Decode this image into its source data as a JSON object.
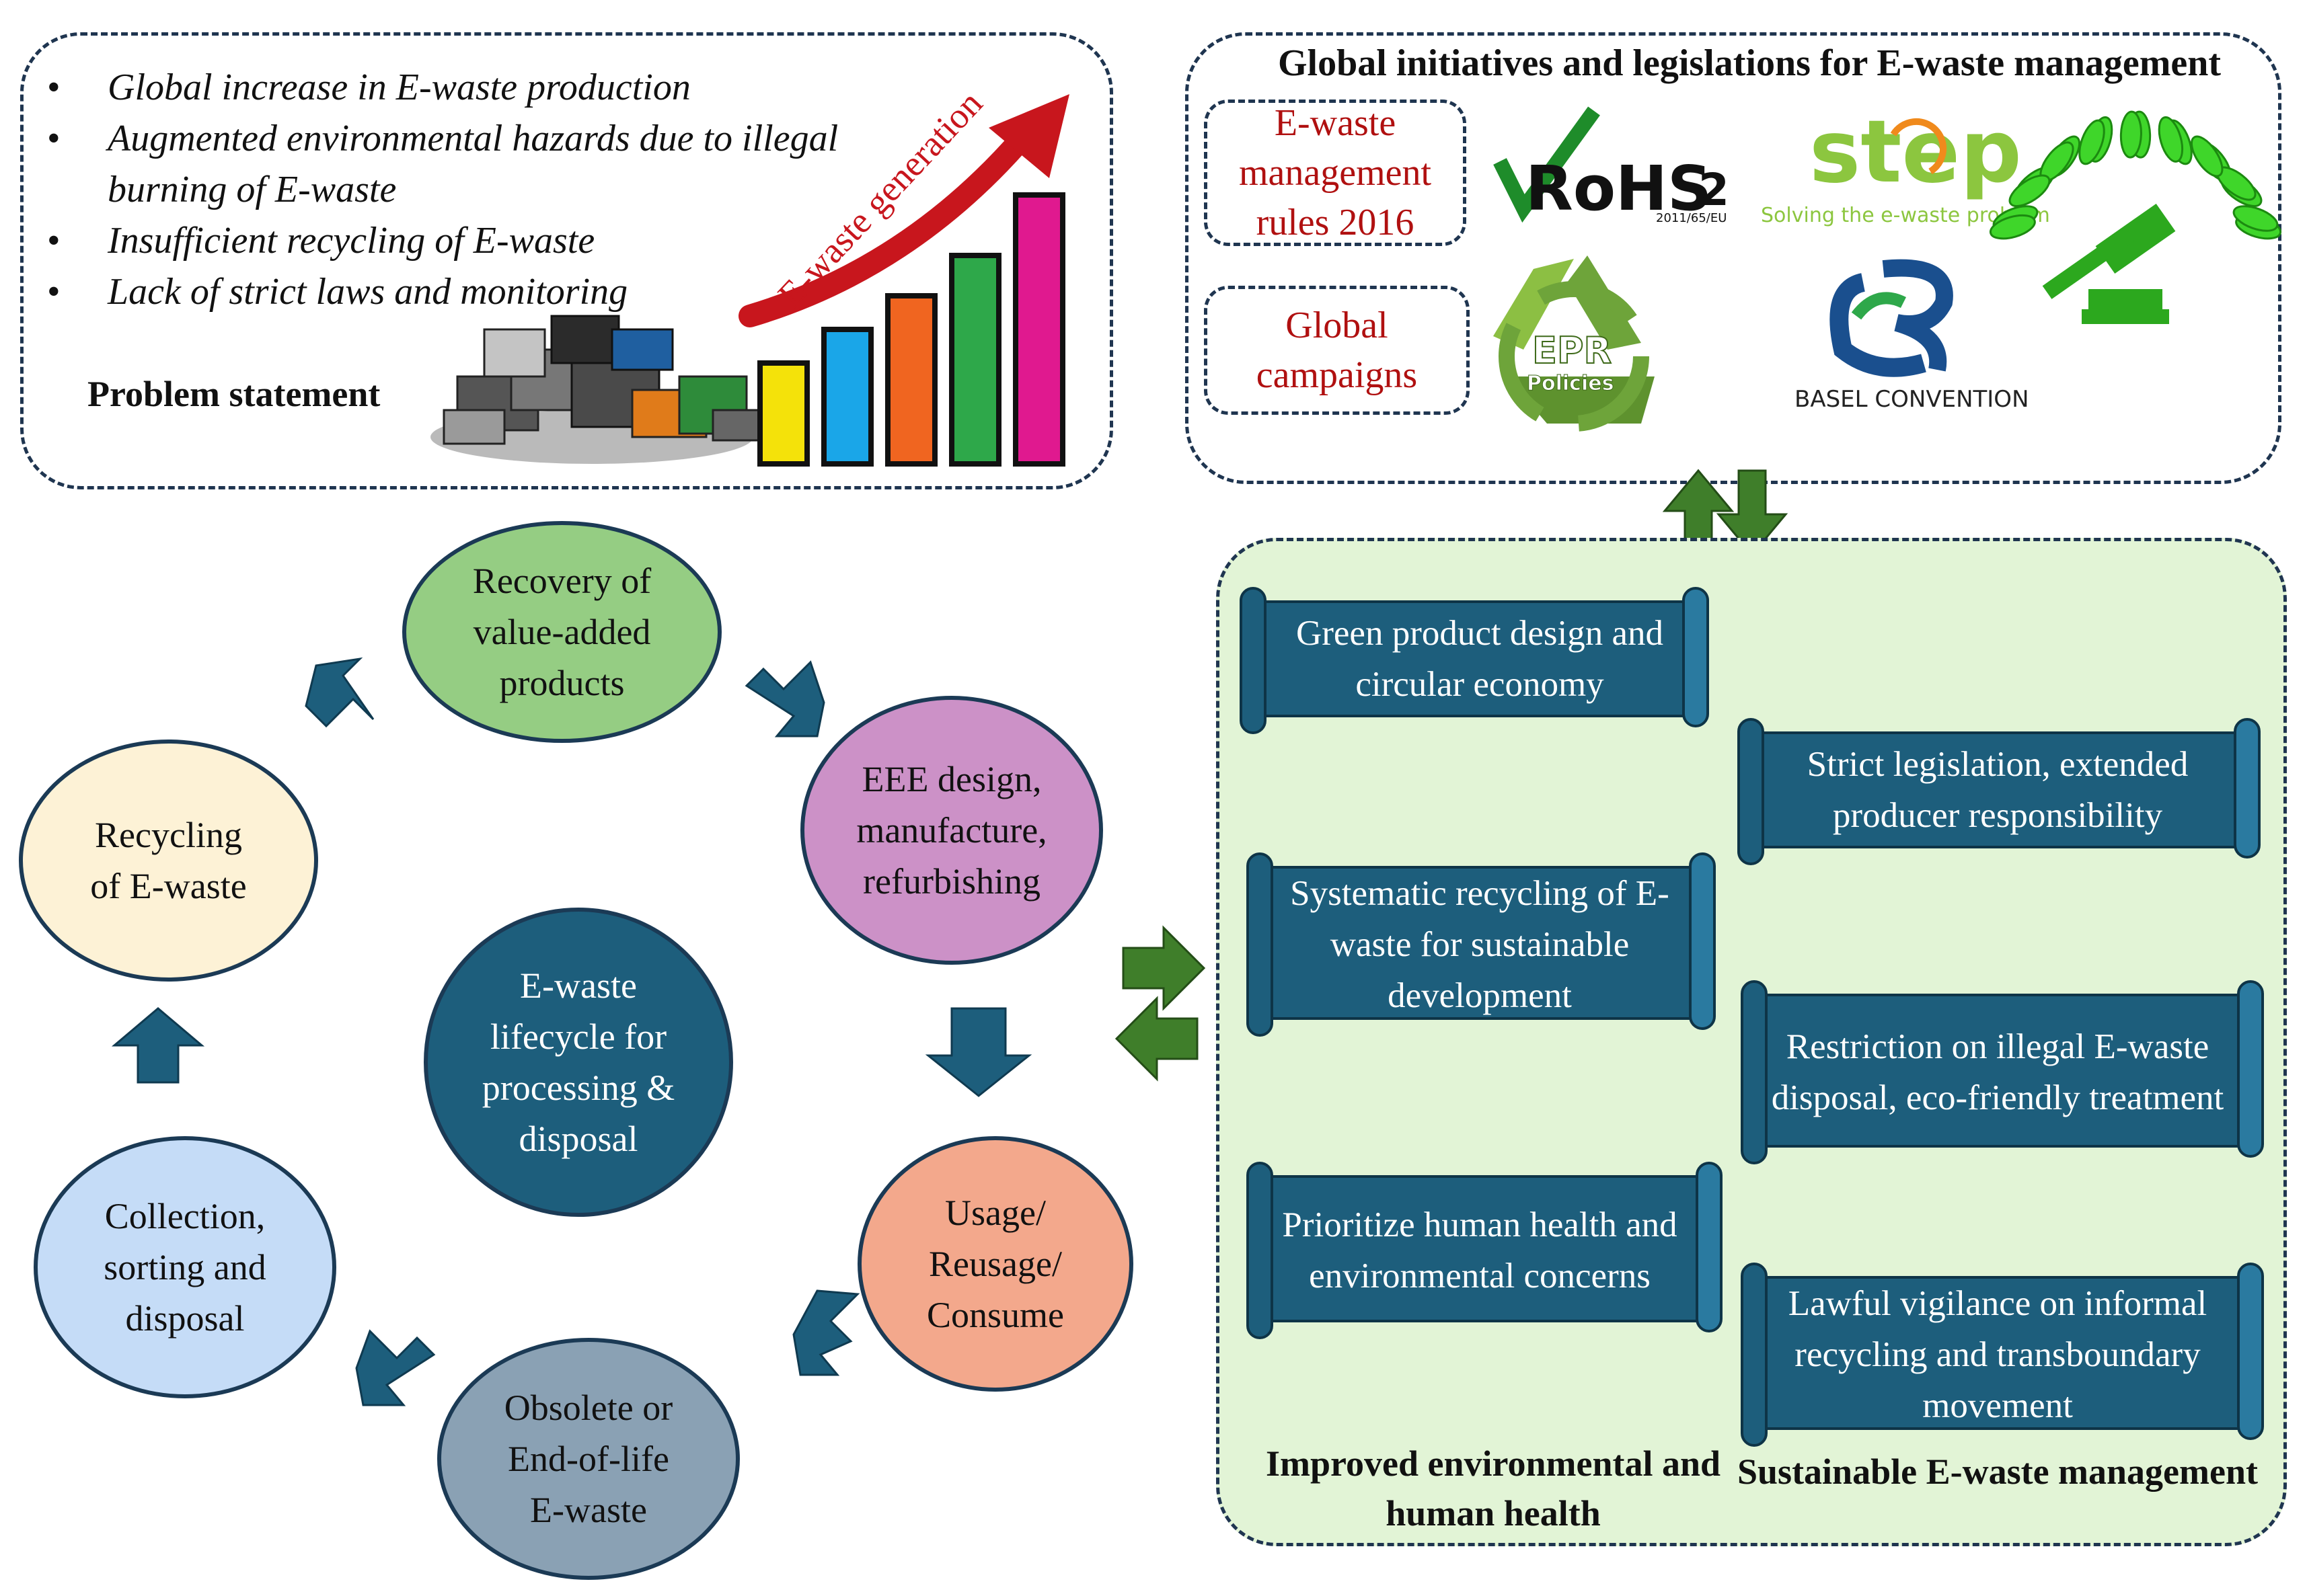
{
  "problem": {
    "bullets": [
      "Global increase in E-waste production",
      "Augmented environmental hazards due to illegal burning of E-waste",
      "Insufficient recycling of E-waste",
      "Lack of strict laws and monitoring"
    ],
    "title": "Problem statement",
    "arrow_label": "E-waste generation",
    "bar_colors": [
      "#f4e20a",
      "#1aa6e8",
      "#f06520",
      "#2ea84a",
      "#e0198f"
    ]
  },
  "global": {
    "title": "Global initiatives and legislations for E-waste management",
    "rules_box": "E-waste management rules 2016",
    "campaigns_box": "Global campaigns",
    "rohs_text": "RoHS",
    "rohs_num": "2",
    "rohs_sub": "2011/65/EU",
    "step_text": "step",
    "step_sub": "Solving the e-waste problem",
    "epr_text": "EPR",
    "epr_sub": "Policies",
    "basel_text": "BASEL CONVENTION"
  },
  "cycle": {
    "center": "E-waste lifecycle for processing & disposal",
    "nodes": [
      {
        "label": "Recovery of value-added products",
        "color": "#95cd83"
      },
      {
        "label": "EEE design, manufacture, refurbishing",
        "color": "#cc91c7"
      },
      {
        "label": "Usage/ Reusage/ Consume",
        "color": "#f3a88c"
      },
      {
        "label": "Obsolete or End-of-life E-waste",
        "color": "#8aa1b4"
      },
      {
        "label": "Collection, sorting and disposal",
        "color": "#c5dcf7"
      },
      {
        "label": "Recycling of E-waste",
        "color": "#fdf2d6"
      }
    ]
  },
  "benefits": {
    "left": [
      "Green product design and circular economy",
      "Systematic recycling of E-waste for sustainable development",
      "Prioritize human health and environmental concerns"
    ],
    "right": [
      "Strict legislation, extended producer responsibility",
      "Restriction on illegal E-waste disposal, eco-friendly treatment",
      "Lawful vigilance on informal recycling and transboundary movement"
    ],
    "left_caption": "Improved environmental and human health",
    "right_caption": "Sustainable E-waste management"
  },
  "colors": {
    "banner": "#1d5e7c",
    "arrow": "#1d5e7c",
    "green_arrow": "#3f7e2a",
    "center_circle": "#1d5e7c"
  }
}
